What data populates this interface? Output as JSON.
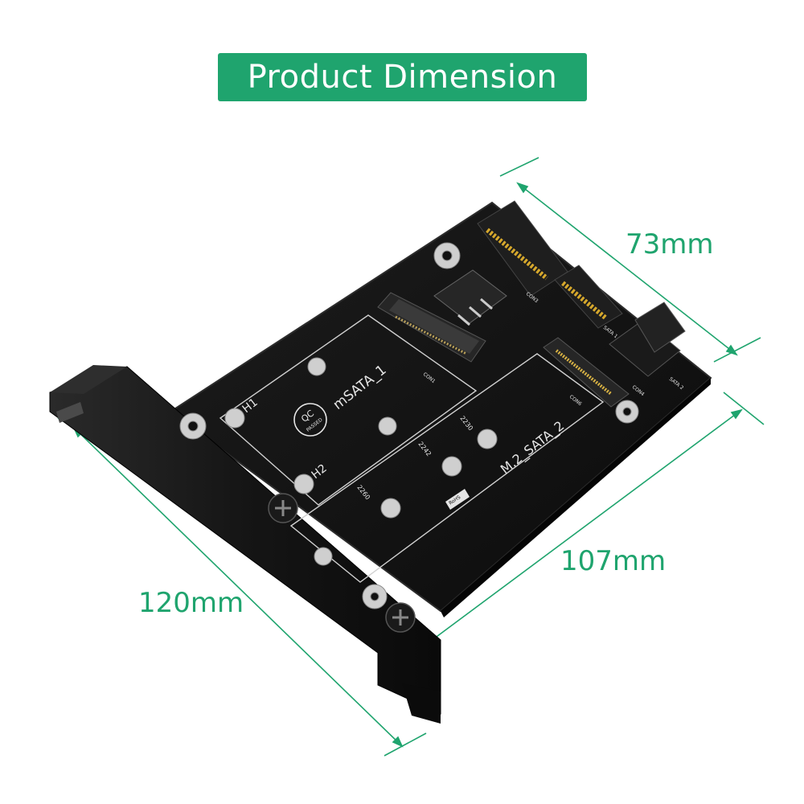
{
  "title": "Product Dimension",
  "dimensions": {
    "height": "73mm",
    "depth": "107mm",
    "length": "120mm"
  },
  "board_labels": {
    "slot1": "mSATA_1",
    "slot2": "M.2_SATA_2",
    "h1": "H1",
    "h2": "H2",
    "qc_top": "QC",
    "qc_bottom": "PASSED",
    "len_2230": "2230",
    "len_2242": "2242",
    "len_2260": "2260",
    "rohs": "RoHS",
    "con1": "CON1",
    "con3": "CON3",
    "con4": "CON4",
    "con6": "CON6",
    "sata1": "SATA 1",
    "sata2": "SATA 2"
  },
  "colors": {
    "accent": "#1fa46e",
    "board": "#111111",
    "silkscreen": "#e6e6e6"
  }
}
